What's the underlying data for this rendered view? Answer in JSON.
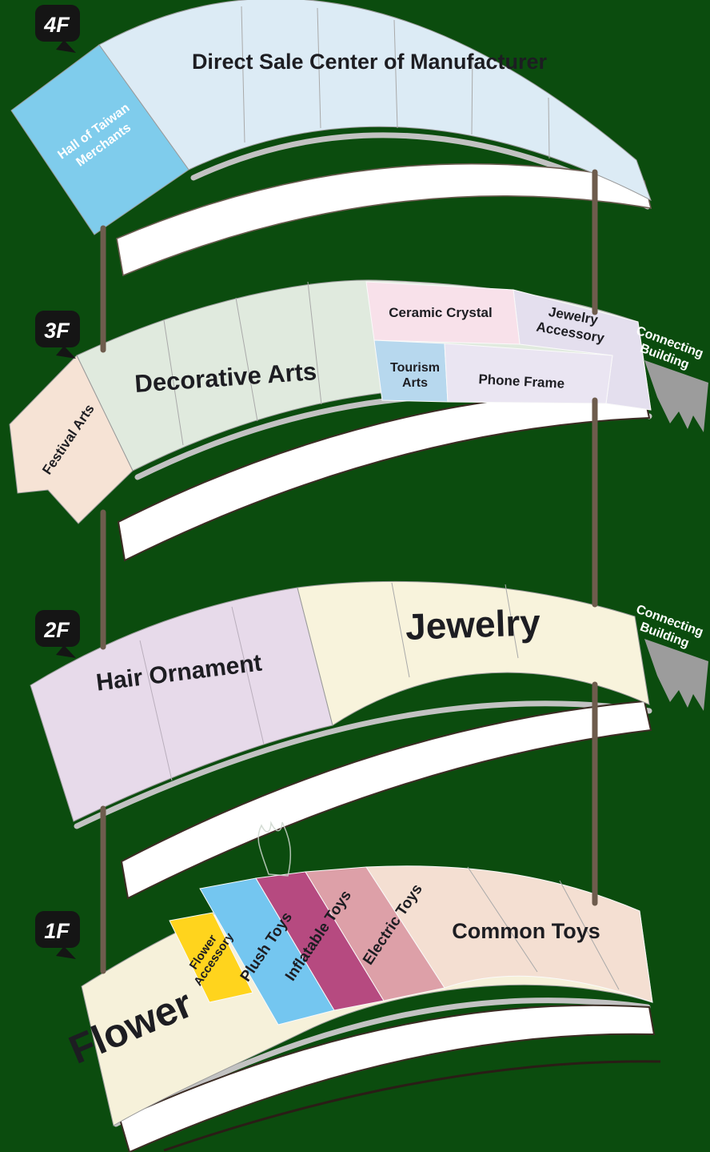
{
  "colors": {
    "background": "#0b4c0e",
    "plate4": "#dcebf5",
    "hall": "#7fccec",
    "plate3": "#e0eade",
    "festival": "#f6e3d5",
    "ceramic": "#f8e1ea",
    "jewelry_acc": "#e4dfee",
    "tourism": "#b7d8ee",
    "phone": "#eae5f2",
    "hair": "#e7daea",
    "jewelry2": "#f8f3dc",
    "plate1": "#f6f1da",
    "flower_acc": "#ffd41d",
    "plush": "#74c6f0",
    "inflatable": "#b64a80",
    "electric": "#dda0a8",
    "common": "#f4dfd2",
    "pole": "#6e5c4d",
    "badge_bg": "#151515",
    "connector": "#9c9c9c"
  },
  "floors": {
    "f4": {
      "badge": "4F",
      "main_label": "Direct Sale Center of Manufacturer",
      "hall": {
        "line1": "Hall of Taiwan",
        "line2": "Merchants"
      }
    },
    "f3": {
      "badge": "3F",
      "decorative": "Decorative Arts",
      "festival": "Festival Arts",
      "ceramic": "Ceramic Crystal",
      "jewelry_acc": {
        "line1": "Jewelry",
        "line2": "Accessory"
      },
      "tourism": {
        "line1": "Tourism",
        "line2": "Arts"
      },
      "phone": "Phone Frame",
      "connecting": {
        "line1": "Connecting",
        "line2": "Building"
      }
    },
    "f2": {
      "badge": "2F",
      "hair": "Hair Ornament",
      "jewelry": "Jewelry",
      "connecting": {
        "line1": "Connecting",
        "line2": "Building"
      }
    },
    "f1": {
      "badge": "1F",
      "flower": "Flower",
      "flower_acc": {
        "line1": "Flower",
        "line2": "Accessory"
      },
      "plush": "Plush Toys",
      "inflatable": "Inflatable Toys",
      "electric": "Electric Toys",
      "common": "Common Toys"
    }
  }
}
